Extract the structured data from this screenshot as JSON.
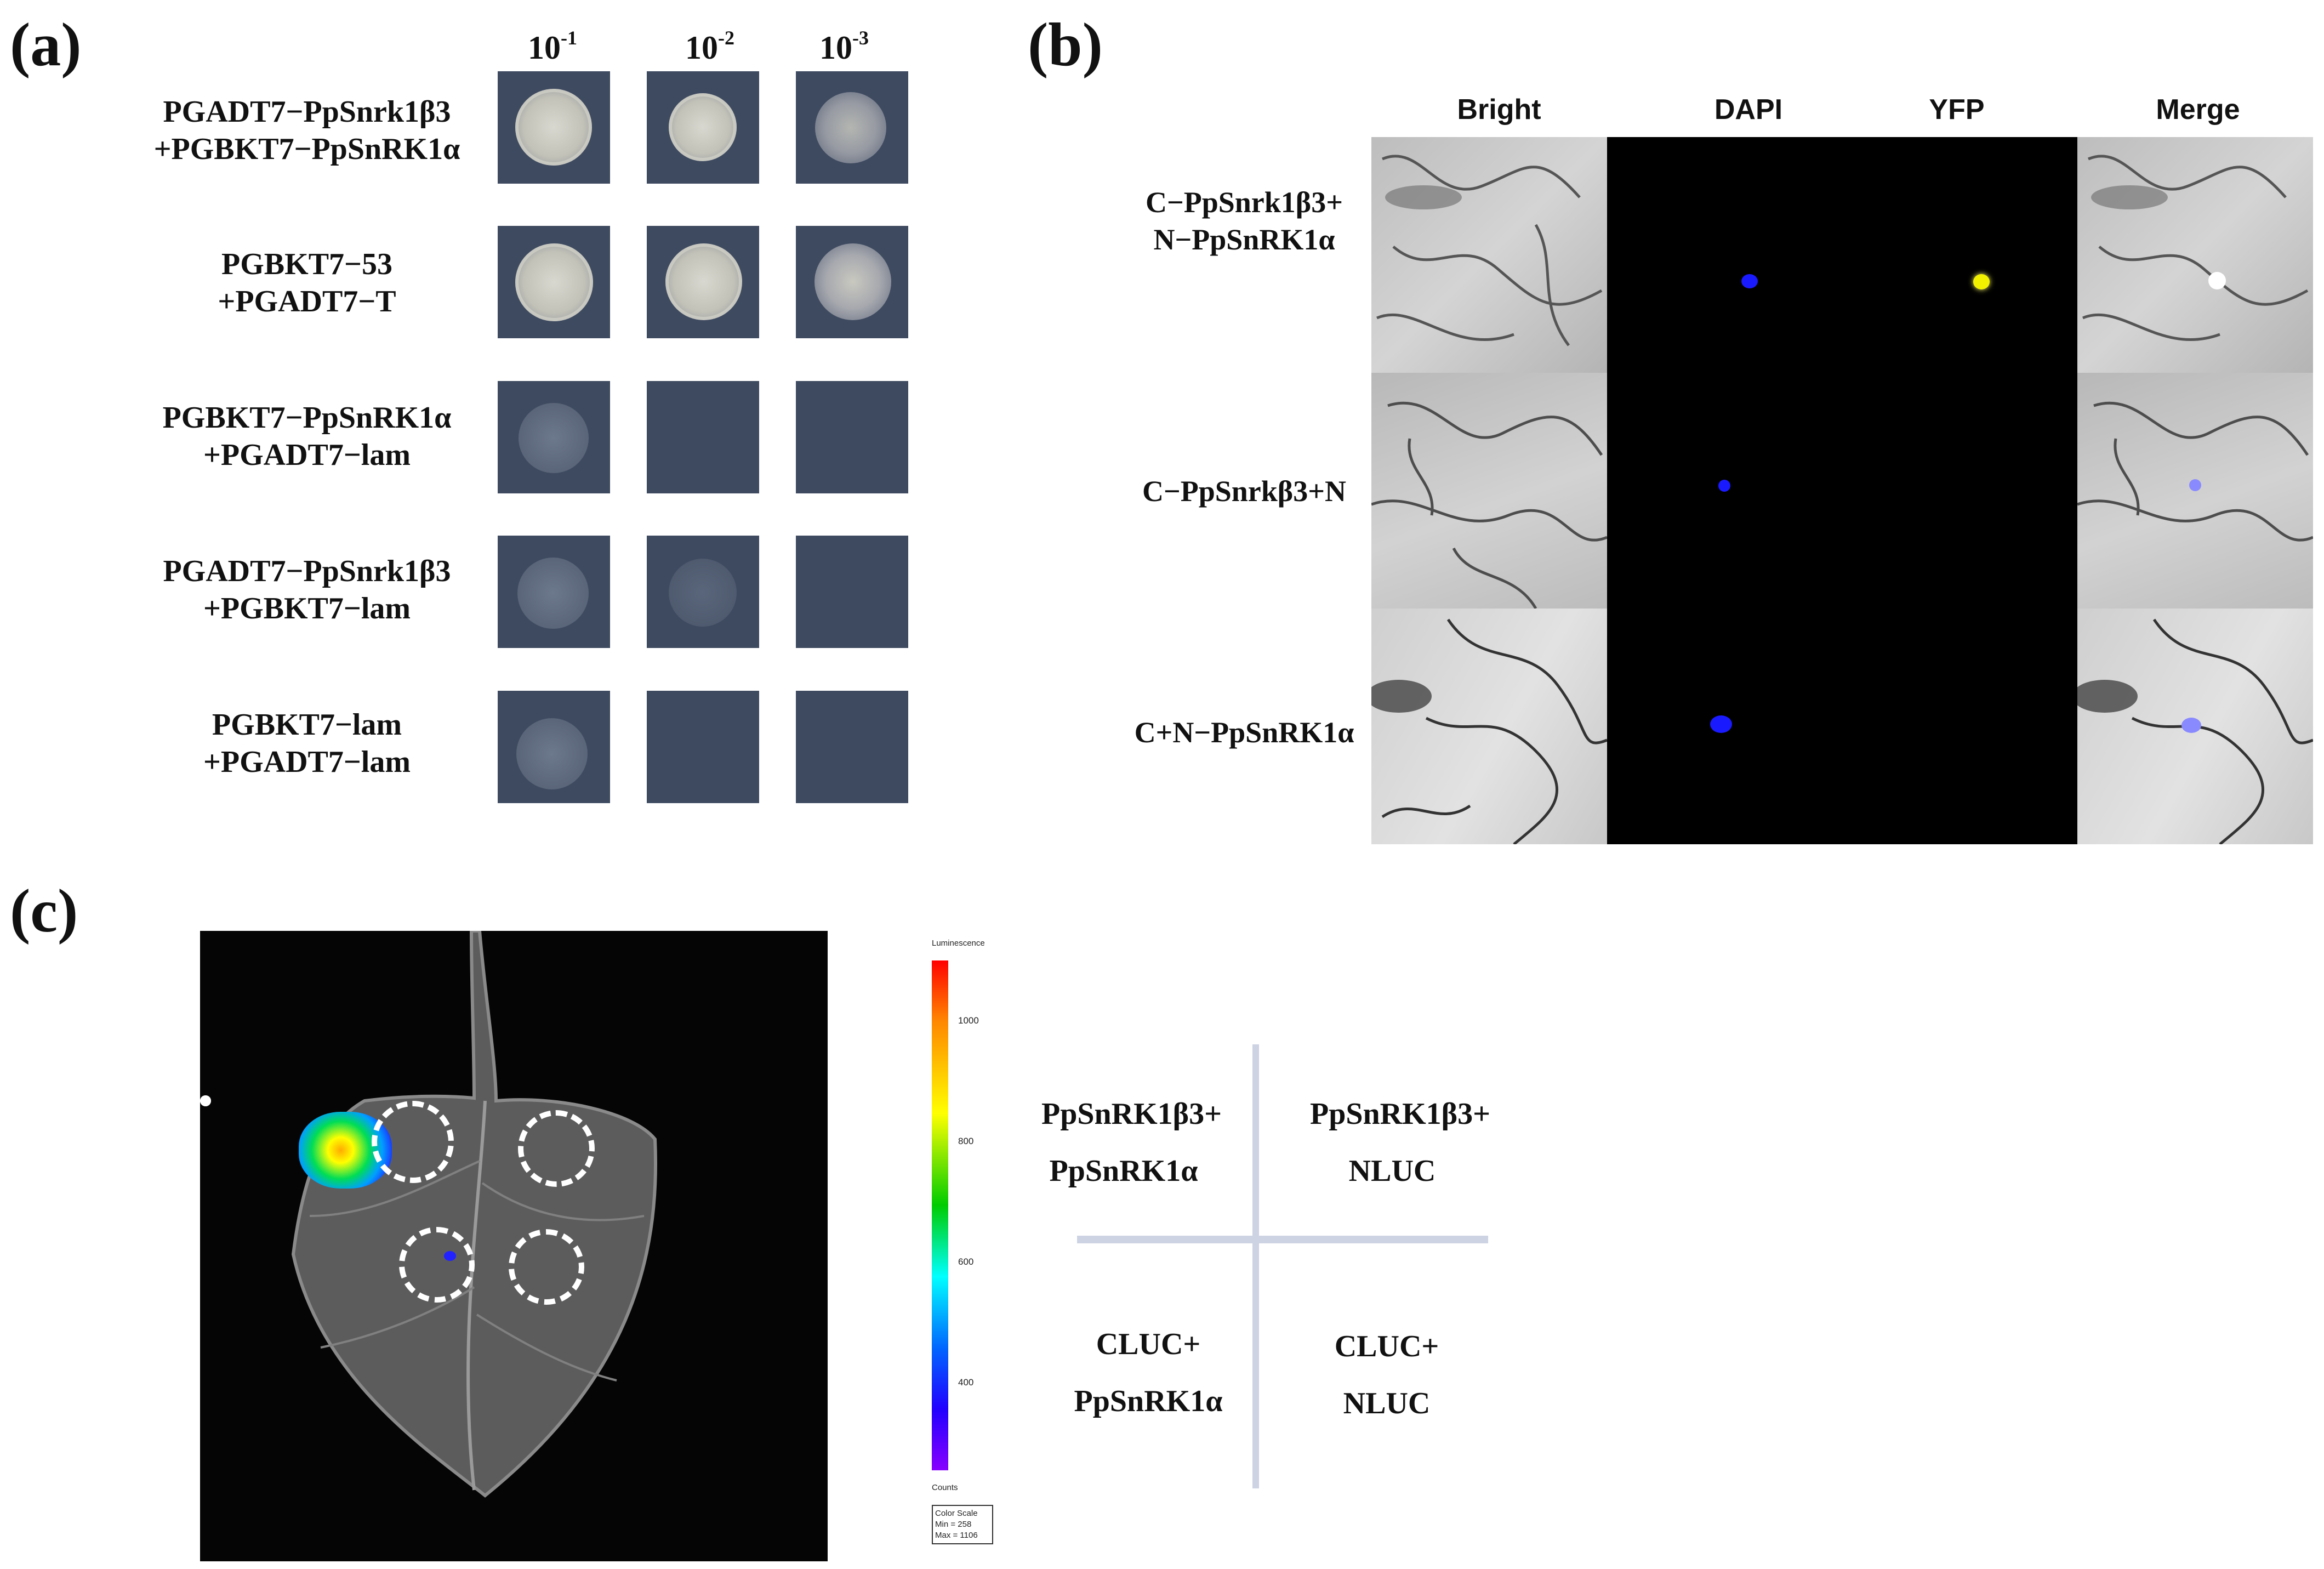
{
  "panel_a": {
    "letter": "(a)",
    "dilution_base": "10",
    "dilutions": [
      "-1",
      "-2",
      "-3"
    ],
    "rows": [
      {
        "line1": "PGADT7−PpSnrk1β3",
        "line2": "+PGBKT7−PpSnRK1α",
        "growth": [
          "strong",
          "strong",
          "speckled"
        ]
      },
      {
        "line1": "PGBKT7−53",
        "line2": "+PGADT7−T",
        "growth": [
          "strong",
          "strong",
          "strong"
        ]
      },
      {
        "line1": "PGBKT7−PpSnRK1α",
        "line2": "+PGADT7−lam",
        "growth": [
          "faint",
          "none",
          "none"
        ]
      },
      {
        "line1": "PGADT7−PpSnrk1β3",
        "line2": "+PGBKT7−lam",
        "growth": [
          "faint",
          "faint",
          "none"
        ]
      },
      {
        "line1": "PGBKT7−lam",
        "line2": "+PGADT7−lam",
        "growth": [
          "faint",
          "none",
          "none"
        ]
      }
    ]
  },
  "panel_b": {
    "letter": "(b)",
    "columns": [
      "Bright",
      "DAPI",
      "YFP",
      "Merge"
    ],
    "rows": [
      {
        "line1": "C−PpSnrk1β3+",
        "line2": "N−PpSnRK1α",
        "yfp_signal": true
      },
      {
        "line1": "C−PpSnrkβ3+N",
        "line2": "",
        "yfp_signal": false
      },
      {
        "line1": "C+N−PpSnRK1α",
        "line2": "",
        "yfp_signal": false
      }
    ],
    "colors": {
      "dapi": "#1a1aff",
      "yfp": "#f2f200"
    }
  },
  "panel_c": {
    "letter": "(c)",
    "scale": {
      "title": "Luminescence",
      "ticks": [
        "1000",
        "800",
        "600",
        "400"
      ],
      "unit": "Counts",
      "box_title": "Color Scale",
      "min": "Min = 258",
      "max": "Max = 1106"
    },
    "quadrants": {
      "top_left": {
        "line1": "PpSnRK1β3+",
        "line2": "PpSnRK1α"
      },
      "top_right": {
        "line1": "PpSnRK1β3+",
        "line2": "NLUC"
      },
      "bottom_left": {
        "line1": "CLUC+",
        "line2": "PpSnRK1α"
      },
      "bottom_right": {
        "line1": "CLUC+",
        "line2": "NLUC"
      }
    }
  }
}
